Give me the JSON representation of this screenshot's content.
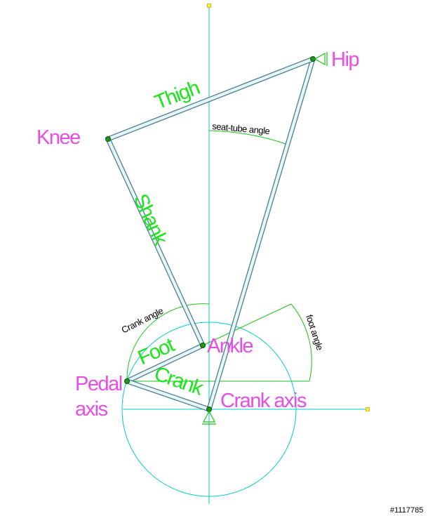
{
  "labels": {
    "hip": "Hip",
    "knee": "Knee",
    "ankle": "Ankle",
    "pedal_axis_line1": "Pedal",
    "pedal_axis_line2": "axis",
    "crank_axis": "Crank axis",
    "thigh": "Thigh",
    "shank": "Shank",
    "foot": "Foot",
    "crank": "Crank",
    "seat_tube_angle": "seat-tube angle",
    "crank_angle": "Crank angle",
    "foot_angle": "foot angle"
  },
  "watermark": "#1117785",
  "colors": {
    "axis": "#00cccc",
    "angle_arc": "#19c519",
    "joint_label": "#e84de8",
    "segment_label": "#19e619",
    "segment_stroke": "#4a7a86",
    "segment_fill": "#e4f6fa",
    "joint_marker": "#1a9a1a",
    "marker_yellow": "#ffee33"
  }
}
